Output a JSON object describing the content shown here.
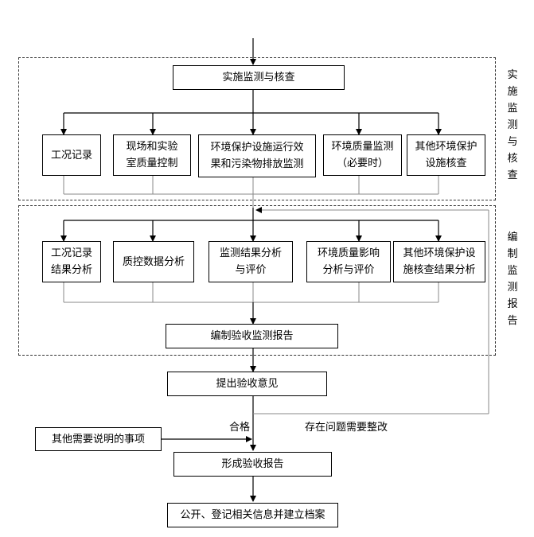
{
  "section_implement": {
    "title": "实施监测与核查",
    "main_box": "实施监测与核查",
    "items": [
      {
        "line1": "工况记录",
        "line2": ""
      },
      {
        "line1": "现场和实验",
        "line2": "室质量控制"
      },
      {
        "line1": "环境保护设施运行效",
        "line2": "果和污染物排放监测"
      },
      {
        "line1": "环境质量监测",
        "line2": "（必要时）"
      },
      {
        "line1": "其他环境保护",
        "line2": "设施核查"
      }
    ]
  },
  "section_report": {
    "title": "编制监测报告",
    "items": [
      {
        "line1": "工况记录",
        "line2": "结果分析"
      },
      {
        "line1": "质控数据分析",
        "line2": ""
      },
      {
        "line1": "监测结果分析",
        "line2": "与评价"
      },
      {
        "line1": "环境质量影响",
        "line2": "分析与评价"
      },
      {
        "line1": "其他环境保护设",
        "line2": "施核查结果分析"
      }
    ],
    "result_box": "编制验收监测报告"
  },
  "flow": {
    "opinion_box": "提出验收意见",
    "pass_label": "合格",
    "issue_label": "存在问题需要整改",
    "other_box": "其他需要说明的事项",
    "report_box": "形成验收报告",
    "final_box": "公开、登记相关信息并建立档案"
  }
}
